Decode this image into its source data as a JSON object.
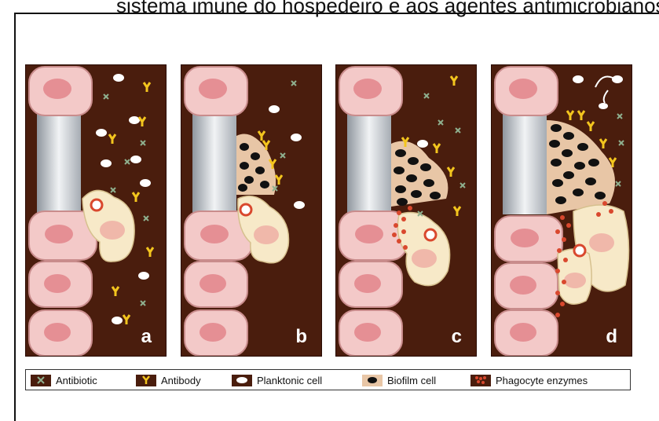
{
  "caption": "sistema imune do hospedeiro e aos agentes antimicrobianos",
  "panels": [
    {
      "letter": "a"
    },
    {
      "letter": "b"
    },
    {
      "letter": "c"
    },
    {
      "letter": "d"
    }
  ],
  "legend": {
    "antibiotic": "Antibiotic",
    "antibody": "Antibody",
    "planktonic": "Planktonic cell",
    "biofilm": "Biofilm cell",
    "enzymes": "Phagocyte enzymes"
  },
  "colors": {
    "background": "#4a1d0d",
    "tissue": "#f3c9c8",
    "nucleus": "#e58f94",
    "implant": "#c9ced4",
    "biofilm_matrix": "#e8c6a6",
    "phagocyte": "#f7e9c8",
    "antibody": "#f3c51e",
    "antibiotic": "#8fb08f",
    "enzyme": "#d9482e"
  }
}
